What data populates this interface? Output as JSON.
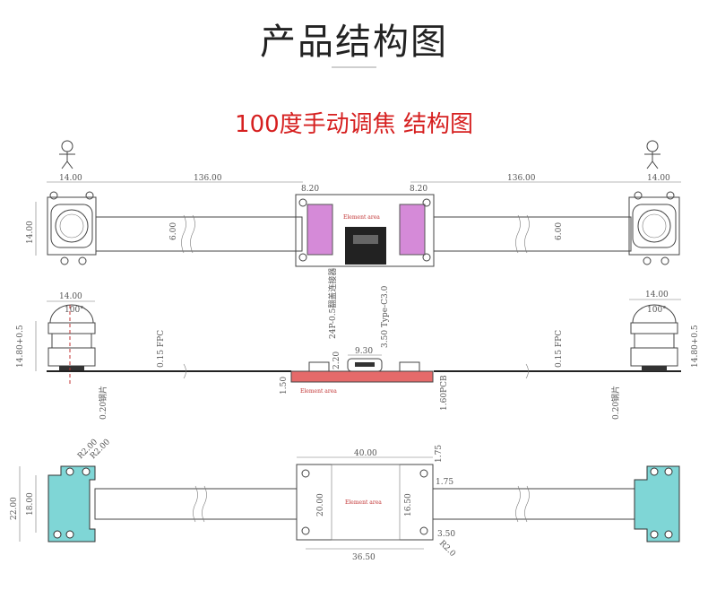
{
  "title": "产品结构图",
  "subtitle": "100度手动调焦  结构图",
  "top_view": {
    "dim_left_width": "14.00",
    "dim_left_height": "14.00",
    "dim_left_cable": "136.00",
    "dim_right_cable": "136.00",
    "dim_right_width": "14.00",
    "dim_board_left": "8.20",
    "dim_board_right": "8.20",
    "dim_cable_left": "6.00",
    "dim_cable_right": "6.00",
    "element_area": "Element area"
  },
  "side_view": {
    "dim_left_width": "14.00",
    "dim_right_width": "14.00",
    "angle_left": "100°",
    "angle_right": "100°",
    "dim_height_left": "14.80+0.5",
    "dim_height_right": "14.80+0.5",
    "fpc_left": "0.15 FPC",
    "fpc_right": "0.15 FPC",
    "stiffener_left": "0.20钢片",
    "stiffener_right": "0.20钢片",
    "connector_24p": "24P-0.5翻盖连接器",
    "typec": "3.50 Type-C3.0",
    "dim_930": "9.30",
    "dim_220": "2.20",
    "dim_150": "1.50",
    "dim_pcb": "1.60PCB",
    "element_area": "Element area"
  },
  "bottom_view": {
    "dim_40": "40.00",
    "dim_175a": "1.75",
    "dim_175b": "1.75",
    "dim_20": "20.00",
    "dim_1650": "16.50",
    "dim_3650": "36.50",
    "dim_350": "3.50",
    "dim_r20": "R2.0",
    "dim_22": "22.00",
    "dim_18": "18.00",
    "dim_r20_left": "R2.00",
    "dim_r20_left2": "R2.00",
    "element_area": "Element area"
  }
}
